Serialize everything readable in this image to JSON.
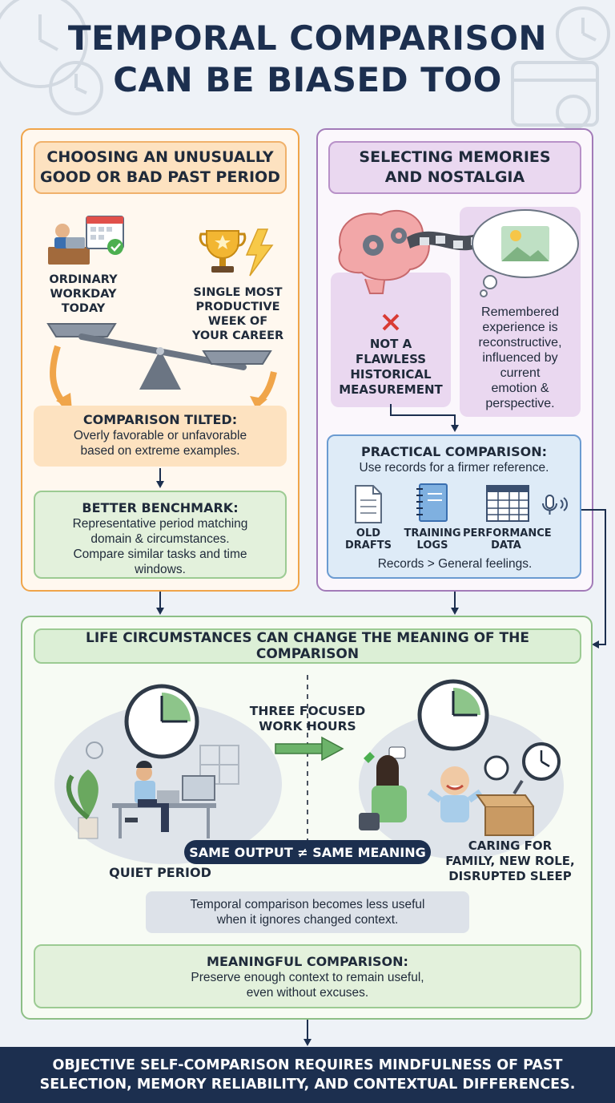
{
  "title": {
    "line1": "TEMPORAL COMPARISON",
    "line2": "CAN BE BIASED TOO"
  },
  "left": {
    "header": {
      "line1": "CHOOSING AN UNUSUALLY",
      "line2": "GOOD OR BAD PAST PERIOD"
    },
    "today_label": [
      "ORDINARY",
      "WORKDAY",
      "TODAY"
    ],
    "best_label": [
      "SINGLE MOST",
      "PRODUCTIVE",
      "WEEK OF",
      "YOUR CAREER"
    ],
    "tilted": {
      "heading": "COMPARISON TILTED:",
      "lines": [
        "Overly favorable or unfavorable",
        "based on extreme examples."
      ]
    },
    "benchmark": {
      "heading": "BETTER BENCHMARK:",
      "lines": [
        "Representative period matching",
        "domain & circumstances.",
        "Compare similar tasks and time",
        "windows."
      ]
    }
  },
  "right": {
    "header": {
      "line1": "SELECTING MEMORIES",
      "line2": "AND NOSTALGIA"
    },
    "not_flawless": [
      "NOT A",
      "FLAWLESS",
      "HISTORICAL",
      "MEASUREMENT"
    ],
    "remembered": [
      "Remembered",
      "experience is",
      "reconstructive,",
      "influenced by",
      "current",
      "emotion &",
      "perspective."
    ],
    "practical": {
      "heading": "PRACTICAL COMPARISON:",
      "sub": "Use records for a firmer reference.",
      "items": [
        [
          "OLD",
          "DRAFTS"
        ],
        [
          "TRAINING",
          "LOGS"
        ],
        [
          "PERFORMANCE",
          "DATA"
        ]
      ],
      "footer": "Records > General feelings."
    }
  },
  "bottom": {
    "header": "LIFE CIRCUMSTANCES CAN CHANGE THE MEANING OF THE COMPARISON",
    "focused": [
      "THREE FOCUSED",
      "WORK HOURS"
    ],
    "quiet": "QUIET PERIOD",
    "caring": [
      "CARING FOR",
      "FAMILY, NEW ROLE,",
      "DISRUPTED SLEEP"
    ],
    "same_output": "SAME OUTPUT ≠ SAME MEANING",
    "temporal_note": [
      "Temporal comparison becomes less useful",
      "when it ignores changed context."
    ],
    "meaningful": {
      "heading": "MEANINGFUL COMPARISON:",
      "lines": [
        "Preserve enough context to remain useful,",
        "even without excuses."
      ]
    }
  },
  "footer": {
    "line1": "OBJECTIVE SELF-COMPARISON REQUIRES MINDFULNESS OF PAST",
    "line2": "SELECTION, MEMORY RELIABILITY, AND CONTEXTUAL DIFFERENCES."
  },
  "colors": {
    "navy": "#1c2f4f",
    "orange": "#f0a54a",
    "purple": "#a27bb8",
    "green": "#8dbf86",
    "blue": "#6b9bd1"
  }
}
